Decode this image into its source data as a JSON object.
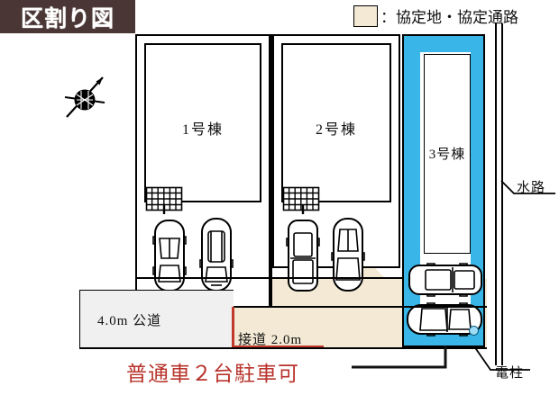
{
  "title": {
    "text": "区割り図"
  },
  "legend": {
    "swatch_color": "#f3e9d4",
    "text": "：協定地・協定通路"
  },
  "compass": {
    "name": "north-arrow"
  },
  "plots": [
    {
      "id": "plot-1",
      "label": "1号棟"
    },
    {
      "id": "plot-2",
      "label": "2号棟"
    },
    {
      "id": "plot-3",
      "label": "3号棟",
      "highlight_color": "#3ab5e8"
    }
  ],
  "roads": {
    "public_road": "4.0m 公道",
    "frontage_road": "接道 2.0m",
    "public_road_color": "#f0f0f0",
    "agreement_color": "#f3e9d4",
    "red_marker_color": "#c0392b"
  },
  "annotations": {
    "waterway": "水路",
    "utility_pole": "電柱",
    "parking_note": "普通車２台駐車可"
  },
  "cars": {
    "plot1_count": 2,
    "plot2_count": 2,
    "plot3_count": 2
  }
}
